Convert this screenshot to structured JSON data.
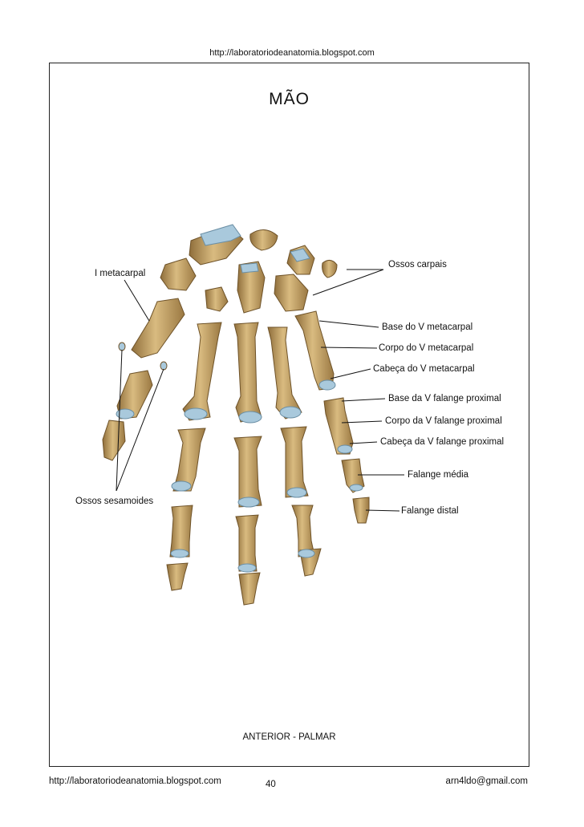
{
  "header": {
    "url": "http://laboratoriodeanatomia.blogspot.com"
  },
  "title": "MÃO",
  "labels": {
    "ossos_carpais": "Ossos carpais",
    "i_metacarpal": "I metacarpal",
    "base_v_metacarpal": "Base do V metacarpal",
    "corpo_v_metacarpal": "Corpo do V metacarpal",
    "cabeca_v_metacarpal": "Cabeça do V metacarpal",
    "base_v_falange_proximal": "Base da V falange proximal",
    "corpo_v_falange_proximal": "Corpo da V falange proximal",
    "cabeca_v_falange_proximal": "Cabeça da V falange proximal",
    "falange_media": "Falange média",
    "falange_distal": "Falange distal",
    "ossos_sesamoides": "Ossos sesamoides"
  },
  "view_caption": "ANTERIOR - PALMAR",
  "footer": {
    "left_url": "http://laboratoriodeanatomia.blogspot.com",
    "page_number": "40",
    "email": "arn4ldo@gmail.com"
  },
  "colors": {
    "bone": "#c8a66a",
    "bone_shade": "#8f6e3b",
    "cartilage": "#a9c9dc",
    "line": "#111111"
  }
}
